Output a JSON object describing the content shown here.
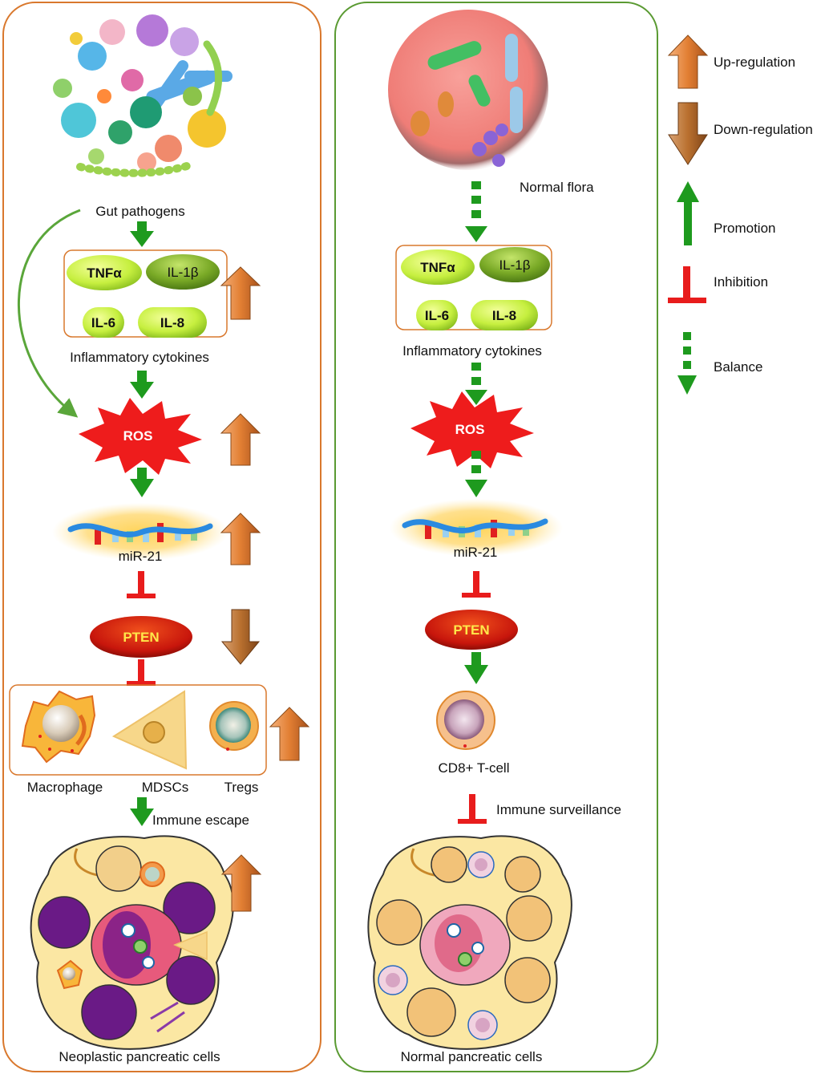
{
  "left_panel": {
    "pathogens_label": "Gut pathogens",
    "cytokines": {
      "tnf": "TNFα",
      "il1": "IL-1β",
      "il6": "IL-6",
      "il8": "IL-8"
    },
    "cytokines_label": "Inflammatory cytokines",
    "ros": "ROS",
    "mir": "miR-21",
    "pten": "PTEN",
    "cells": {
      "macrophage": "Macrophage",
      "mdsc": "MDSCs",
      "tregs": "Tregs"
    },
    "immune_escape": "Immune escape",
    "tissue_label": "Neoplastic pancreatic cells"
  },
  "right_panel": {
    "flora_label": "Normal flora",
    "cytokines": {
      "tnf": "TNFα",
      "il1": "IL-1β",
      "il6": "IL-6",
      "il8": "IL-8"
    },
    "cytokines_label": "Inflammatory cytokines",
    "ros": "ROS",
    "mir": "miR-21",
    "pten": "PTEN",
    "tcell": "CD8+ T-cell",
    "surveillance": "Immune surveillance",
    "tissue_label": "Normal pancreatic cells"
  },
  "legend": {
    "up": "Up-regulation",
    "down": "Down-regulation",
    "promotion": "Promotion",
    "inhibition": "Inhibition",
    "balance": "Balance"
  },
  "colors": {
    "panel_left_border": "#d9782d",
    "panel_right_border": "#5a9a32",
    "promotion_green": "#1e9a1e",
    "inhibition_red": "#e81c1c",
    "orange_arrow": "#d8742e",
    "brown_arrow": "#b86a2e",
    "ros_red": "#ee1c1c",
    "pten_red": "#c8160c",
    "pten_text": "#ffe84a"
  }
}
